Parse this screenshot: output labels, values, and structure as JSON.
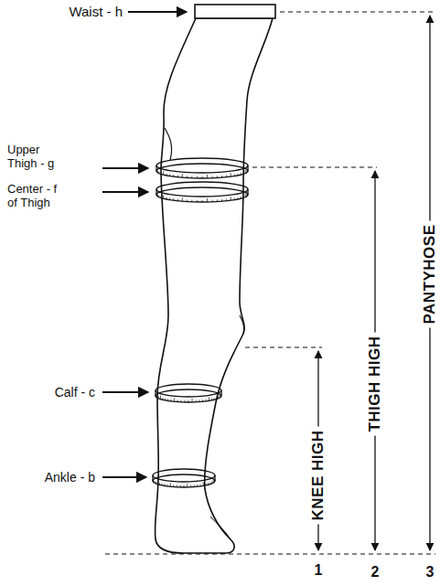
{
  "diagram": {
    "labels": [
      "Waist - h",
      "Upper Thigh - g",
      "Center - f of Thigh",
      "Calf - c",
      "Ankle - b",
      "KNEE HIGH",
      "THIGH HIGH",
      "PANTYHOSE",
      "1",
      "2",
      "3"
    ]
  }
}
